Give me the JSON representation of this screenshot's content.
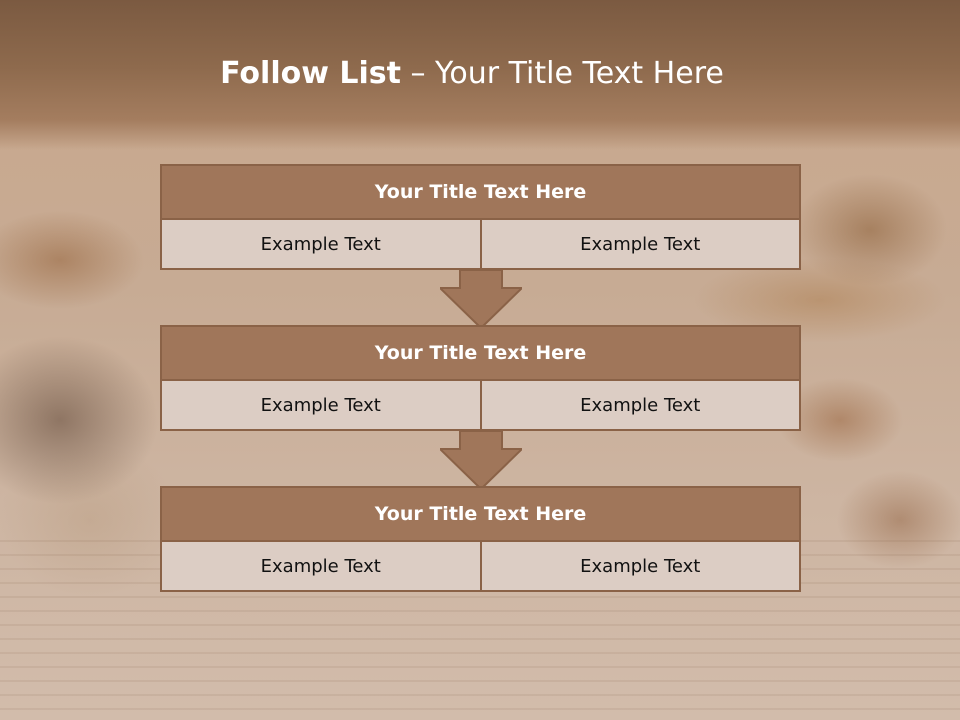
{
  "slide": {
    "title_bold": "Follow List",
    "title_rest": " – Your Title Text Here"
  },
  "steps": [
    {
      "title": "Your Title Text Here",
      "left": "Example Text",
      "right": "Example Text"
    },
    {
      "title": "Your Title Text Here",
      "left": "Example Text",
      "right": "Example Text"
    },
    {
      "title": "Your Title Text Here",
      "left": "Example Text",
      "right": "Example Text"
    }
  ],
  "colors": {
    "header_brown": "#8e6a4d",
    "block_title_fill": "#a0765a",
    "block_border": "#8a6247",
    "cell_fill": "#dccdc4"
  }
}
